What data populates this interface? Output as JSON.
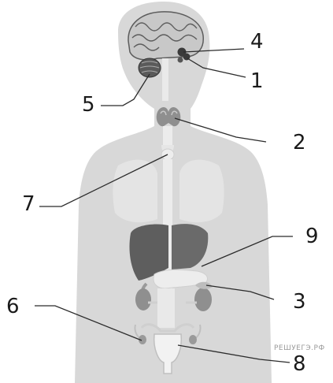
{
  "labels": [
    "1",
    "2",
    "3",
    "4",
    "5",
    "6",
    "7",
    "8",
    "9"
  ],
  "watermark": "РЕШУЕГЭ.РФ",
  "colors": {
    "body": "#d8d8d8",
    "organ_light": "#ececec",
    "organ_mid": "#c4c4c4",
    "organ_dark": "#5a5a5a",
    "line": "#2b2b2b"
  }
}
